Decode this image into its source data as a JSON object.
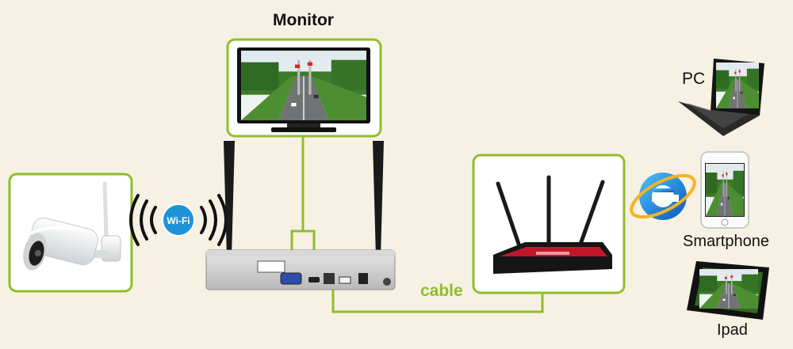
{
  "labels": {
    "monitor": "Monitor",
    "pc": "PC",
    "smartphone": "Smartphone",
    "ipad": "Ipad",
    "cable": "cable",
    "wifi": "Wi-Fi"
  },
  "colors": {
    "background": "#f7f1e4",
    "box_border": "#8fbe2a",
    "connector": "#8fbe2a",
    "wifi_badge": "#1f93d8",
    "router_red": "#c0182a"
  },
  "icons": {
    "camera": "bullet-camera-icon",
    "nvr": "nvr-recorder-icon",
    "router": "wifi-router-icon",
    "browser": "internet-explorer-icon"
  }
}
